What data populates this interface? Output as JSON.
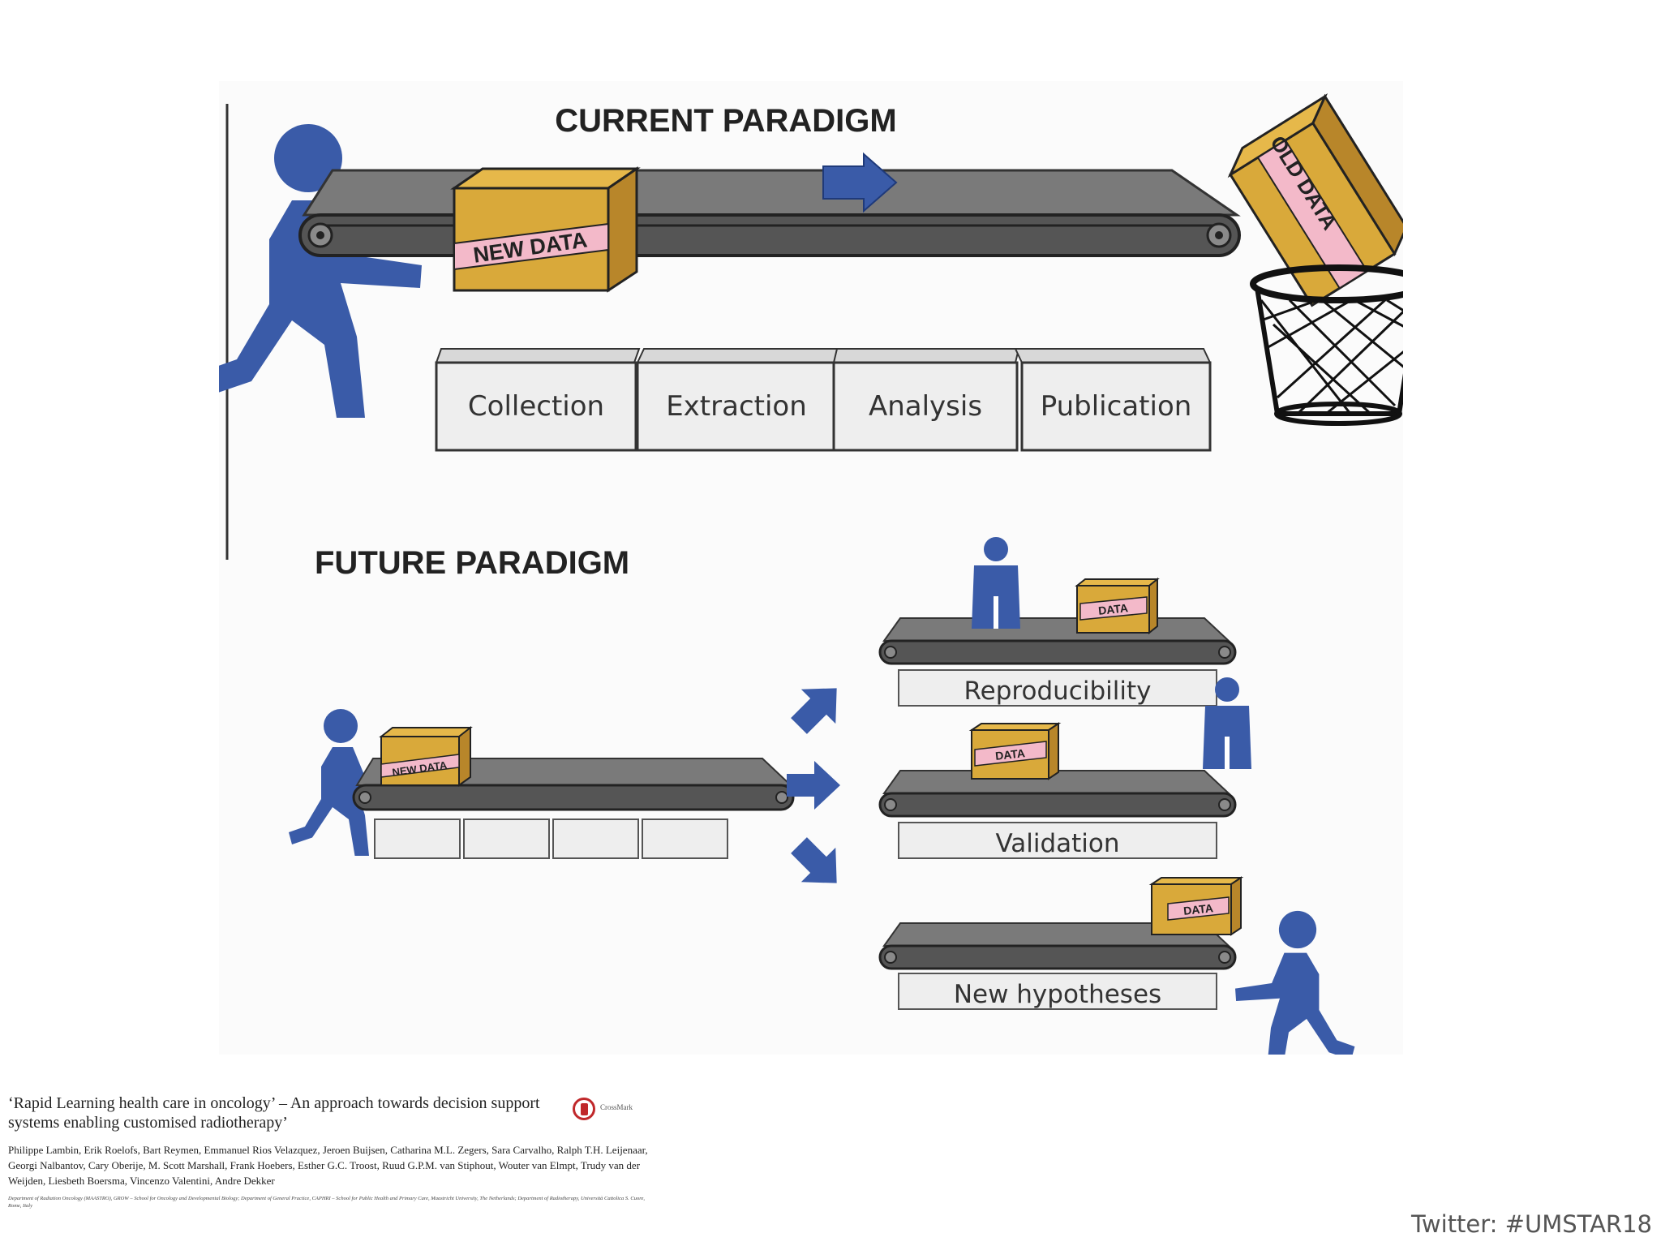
{
  "diagram": {
    "current_title": "CURRENT PARADIGM",
    "future_title": "FUTURE PARADIGM",
    "new_data_label": "NEW DATA",
    "old_data_label": "OLD DATA",
    "stages": [
      "Collection",
      "Extraction",
      "Analysis",
      "Publication"
    ],
    "future_new_data_label": "NEW DATA",
    "data_label": "DATA",
    "outputs": [
      "Reproducibility",
      "Validation",
      "New hypotheses"
    ]
  },
  "citation": {
    "title": "‘Rapid Learning health care in oncology’ – An approach towards decision support systems enabling customised radiotherapy’",
    "authors": "Philippe Lambin, Erik Roelofs, Bart Reymen, Emmanuel Rios Velazquez, Jeroen Buijsen, Catharina M.L. Zegers, Sara Carvalho, Ralph T.H. Leijenaar, Georgi Nalbantov, Cary Oberije, M. Scott Marshall, Frank Hoebers, Esther G.C. Troost, Ruud G.P.M. van Stiphout, Wouter van Elmpt, Trudy van der Weijden, Liesbeth Boersma, Vincenzo Valentini, Andre Dekker",
    "affiliations": "Department of Radiation Oncology (MAASTRO), GROW – School for Oncology and Developmental Biology; Department of General Practice, CAPHRI – School for Public Health and Primary Care, Maastricht University, The Netherlands; Department of Radiotherapy, Università Cattolica S. Cuore, Rome, Italy",
    "crossmark": "CrossMark"
  },
  "footer": {
    "twitter": "Twitter: #UMSTAR18"
  },
  "colors": {
    "person": "#3a5ba8",
    "box": "#d9a93a",
    "belt": "#777777",
    "label": "#f3b9c9"
  }
}
